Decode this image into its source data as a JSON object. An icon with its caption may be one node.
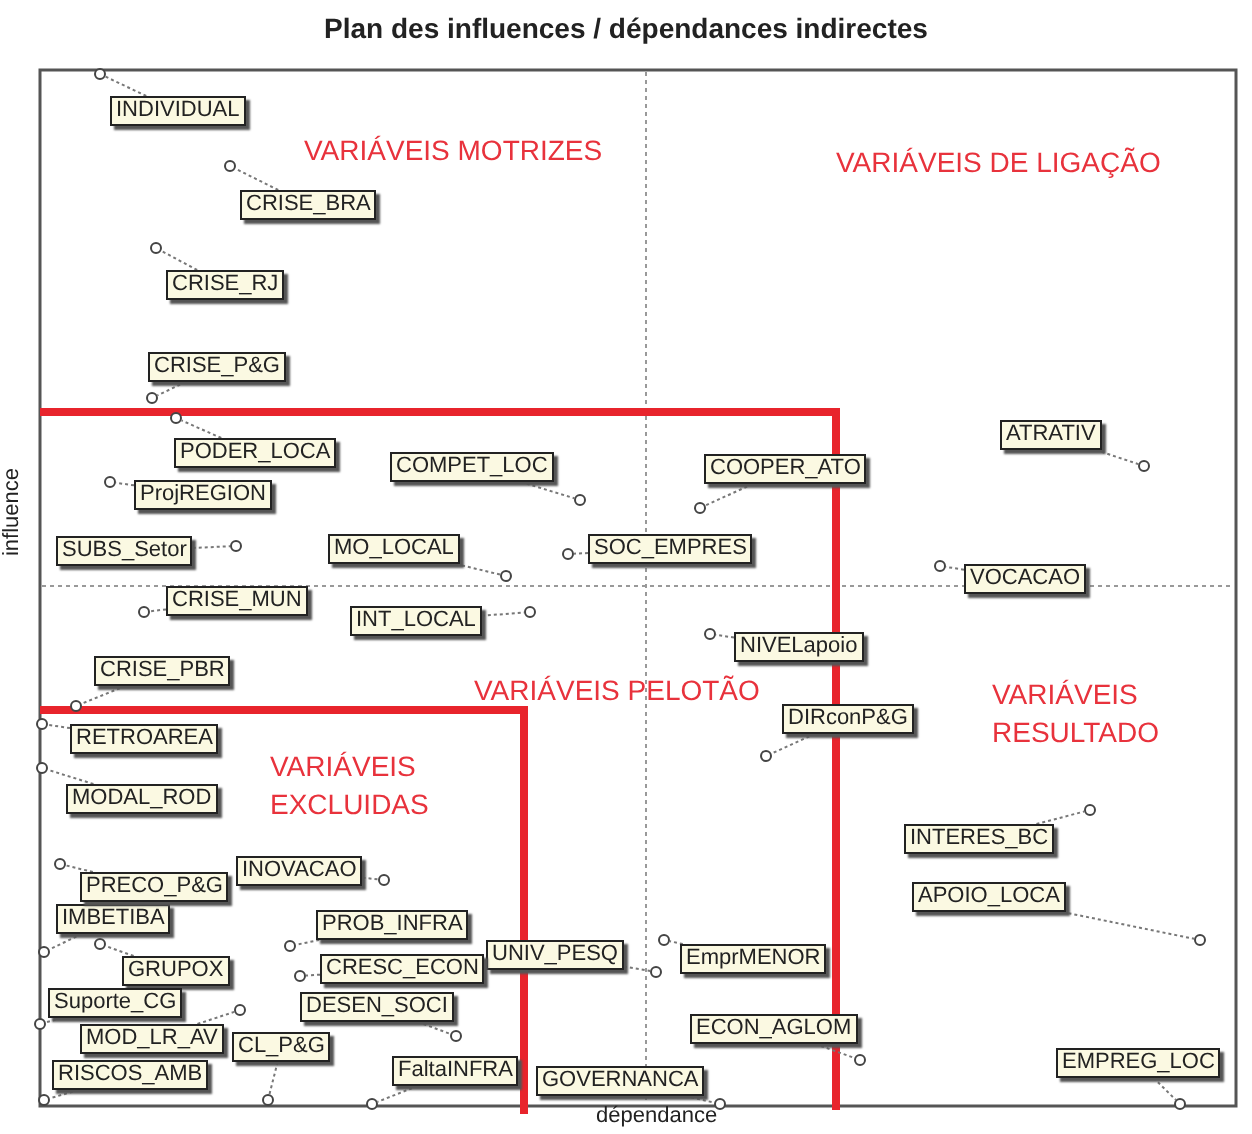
{
  "diagram": {
    "title": "Plan des influences / dépendances indirectes",
    "nodes": [
      {
        "text": [
          "INDIVIDUAL"
        ]
      },
      {
        "text": [
          "CRISE_BRA"
        ]
      },
      {
        "text": [
          "CRISE_RJ"
        ]
      },
      {
        "text": [
          "CRISE_P&G"
        ]
      },
      {
        "text": [
          "PODER_LOCA"
        ]
      },
      {
        "text": [
          "ProjREGION"
        ]
      },
      {
        "text": [
          "SUBS_Setor"
        ]
      },
      {
        "text": [
          "COMPET_LOC"
        ]
      },
      {
        "text": [
          "COOPER_ATO"
        ]
      },
      {
        "text": [
          "ATRATIV"
        ]
      },
      {
        "text": [
          "MO_LOCAL"
        ]
      },
      {
        "text": [
          "SOC_EMPRES"
        ]
      },
      {
        "text": [
          "VOCACAO"
        ]
      },
      {
        "text": [
          "CRISE_MUN"
        ]
      },
      {
        "text": [
          "INT_LOCAL"
        ]
      },
      {
        "text": [
          "NIVELapoio"
        ]
      },
      {
        "text": [
          "CRISE_PBR"
        ]
      },
      {
        "text": [
          "DIRconP&G"
        ]
      },
      {
        "text": [
          "RETROAREA"
        ]
      },
      {
        "text": [
          "MODAL_ROD"
        ]
      },
      {
        "text": [
          "IMBETIBA"
        ]
      },
      {
        "text": [
          "PRECO_P&G"
        ]
      },
      {
        "text": [
          "INOVACAO"
        ]
      },
      {
        "text": [
          "INTERES_BC"
        ]
      },
      {
        "text": [
          "APOIO_LOCA"
        ]
      },
      {
        "text": [
          "PROB_INFRA"
        ]
      },
      {
        "text": [
          "GRUPOX"
        ]
      },
      {
        "text": [
          "UNIV_PESQ"
        ]
      },
      {
        "text": [
          "CRESC_ECON"
        ]
      },
      {
        "text": [
          "EmprMENOR"
        ]
      },
      {
        "text": [
          "Suporte_CG"
        ]
      },
      {
        "text": [
          "MOD_LR_AV"
        ]
      },
      {
        "text": [
          "DESEN_SOCI"
        ]
      },
      {
        "text": [
          "ECON_AGLOM"
        ]
      },
      {
        "text": [
          "RISCOS_AMB"
        ]
      },
      {
        "text": [
          "CL_P&G"
        ]
      },
      {
        "text": [
          "FaltaINFRA"
        ]
      },
      {
        "text": [
          "GOVERNANCA"
        ]
      },
      {
        "text": [
          "EMPREG_LOC"
        ]
      },
      {
        "text": [],
        "shape": "circle"
      },
      {
        "text": [],
        "shape": "circle"
      },
      {
        "text": [],
        "shape": "circle"
      },
      {
        "text": [],
        "shape": "circle"
      },
      {
        "text": [],
        "shape": "circle"
      },
      {
        "text": [],
        "shape": "circle"
      },
      {
        "text": [],
        "shape": "circle"
      },
      {
        "text": [],
        "shape": "circle"
      },
      {
        "text": [],
        "shape": "circle"
      },
      {
        "text": [],
        "shape": "circle"
      },
      {
        "text": [],
        "shape": "circle"
      },
      {
        "text": [],
        "shape": "circle"
      },
      {
        "text": [],
        "shape": "circle"
      },
      {
        "text": [],
        "shape": "circle"
      },
      {
        "text": [],
        "shape": "circle"
      },
      {
        "text": [],
        "shape": "circle"
      },
      {
        "text": [],
        "shape": "circle"
      },
      {
        "text": [],
        "shape": "circle"
      },
      {
        "text": [],
        "shape": "circle"
      },
      {
        "text": [],
        "shape": "circle"
      },
      {
        "text": [],
        "shape": "circle"
      },
      {
        "text": [],
        "shape": "circle"
      },
      {
        "text": [],
        "shape": "circle"
      },
      {
        "text": [],
        "shape": "circle"
      },
      {
        "text": [],
        "shape": "circle"
      },
      {
        "text": [],
        "shape": "circle"
      },
      {
        "text": [],
        "shape": "circle"
      },
      {
        "text": [],
        "shape": "circle"
      },
      {
        "text": [],
        "shape": "circle"
      },
      {
        "text": [],
        "shape": "circle"
      },
      {
        "text": [],
        "shape": "circle"
      },
      {
        "text": [],
        "shape": "circle"
      },
      {
        "text": [],
        "shape": "circle"
      },
      {
        "text": [],
        "shape": "circle"
      },
      {
        "text": [],
        "shape": "circle"
      },
      {
        "text": [],
        "shape": "circle"
      },
      {
        "text": [],
        "shape": "circle"
      },
      {
        "text": [],
        "shape": "circle"
      },
      {
        "text": [],
        "shape": "circle"
      }
    ],
    "edges": [
      {
        "from": 0,
        "to": 39,
        "arrow": "none"
      },
      {
        "from": 1,
        "to": 40,
        "arrow": "none"
      },
      {
        "from": 2,
        "to": 41,
        "arrow": "none"
      },
      {
        "from": 3,
        "to": 42,
        "arrow": "none"
      },
      {
        "from": 4,
        "to": 43,
        "arrow": "none"
      },
      {
        "from": 5,
        "to": 44,
        "arrow": "none"
      },
      {
        "from": 6,
        "to": 45,
        "arrow": "none"
      },
      {
        "from": 7,
        "to": 46,
        "arrow": "none"
      },
      {
        "from": 8,
        "to": 47,
        "arrow": "none"
      },
      {
        "from": 9,
        "to": 48,
        "arrow": "none"
      },
      {
        "from": 10,
        "to": 49,
        "arrow": "none"
      },
      {
        "from": 11,
        "to": 50,
        "arrow": "none"
      },
      {
        "from": 12,
        "to": 51,
        "arrow": "none"
      },
      {
        "from": 13,
        "to": 52,
        "arrow": "none"
      },
      {
        "from": 14,
        "to": 53,
        "arrow": "none"
      },
      {
        "from": 15,
        "to": 54,
        "arrow": "none"
      },
      {
        "from": 16,
        "to": 55,
        "arrow": "none"
      },
      {
        "from": 17,
        "to": 56,
        "arrow": "none"
      },
      {
        "from": 18,
        "to": 57,
        "arrow": "none"
      },
      {
        "from": 19,
        "to": 58,
        "arrow": "none"
      },
      {
        "from": 20,
        "to": 59,
        "arrow": "none"
      },
      {
        "from": 21,
        "to": 60,
        "arrow": "none"
      },
      {
        "from": 22,
        "to": 61,
        "arrow": "none"
      },
      {
        "from": 23,
        "to": 62,
        "arrow": "none"
      },
      {
        "from": 24,
        "to": 63,
        "arrow": "none"
      },
      {
        "from": 25,
        "to": 64,
        "arrow": "none"
      },
      {
        "from": 26,
        "to": 65,
        "arrow": "none"
      },
      {
        "from": 27,
        "to": 66,
        "arrow": "none"
      },
      {
        "from": 28,
        "to": 67,
        "arrow": "none"
      },
      {
        "from": 29,
        "to": 68,
        "arrow": "none"
      },
      {
        "from": 30,
        "to": 69,
        "arrow": "none"
      },
      {
        "from": 31,
        "to": 70,
        "arrow": "none"
      },
      {
        "from": 32,
        "to": 71,
        "arrow": "none"
      },
      {
        "from": 33,
        "to": 72,
        "arrow": "none"
      },
      {
        "from": 34,
        "to": 73,
        "arrow": "none"
      },
      {
        "from": 35,
        "to": 74,
        "arrow": "none"
      },
      {
        "from": 36,
        "to": 75,
        "arrow": "none"
      },
      {
        "from": 37,
        "to": 76,
        "arrow": "none"
      },
      {
        "from": 38,
        "to": 77,
        "arrow": "none"
      }
    ],
    "labels": [
      "VARIÁVEIS MOTRIZES",
      "VARIÁVEIS DE LIGAÇÃO",
      "influence",
      "VARIÁVEIS PELOTÃO",
      "VARIÁVEIS RESULTADO",
      "VARIÁVEIS EXCLUIDAS",
      "dépendance"
    ]
  }
}
